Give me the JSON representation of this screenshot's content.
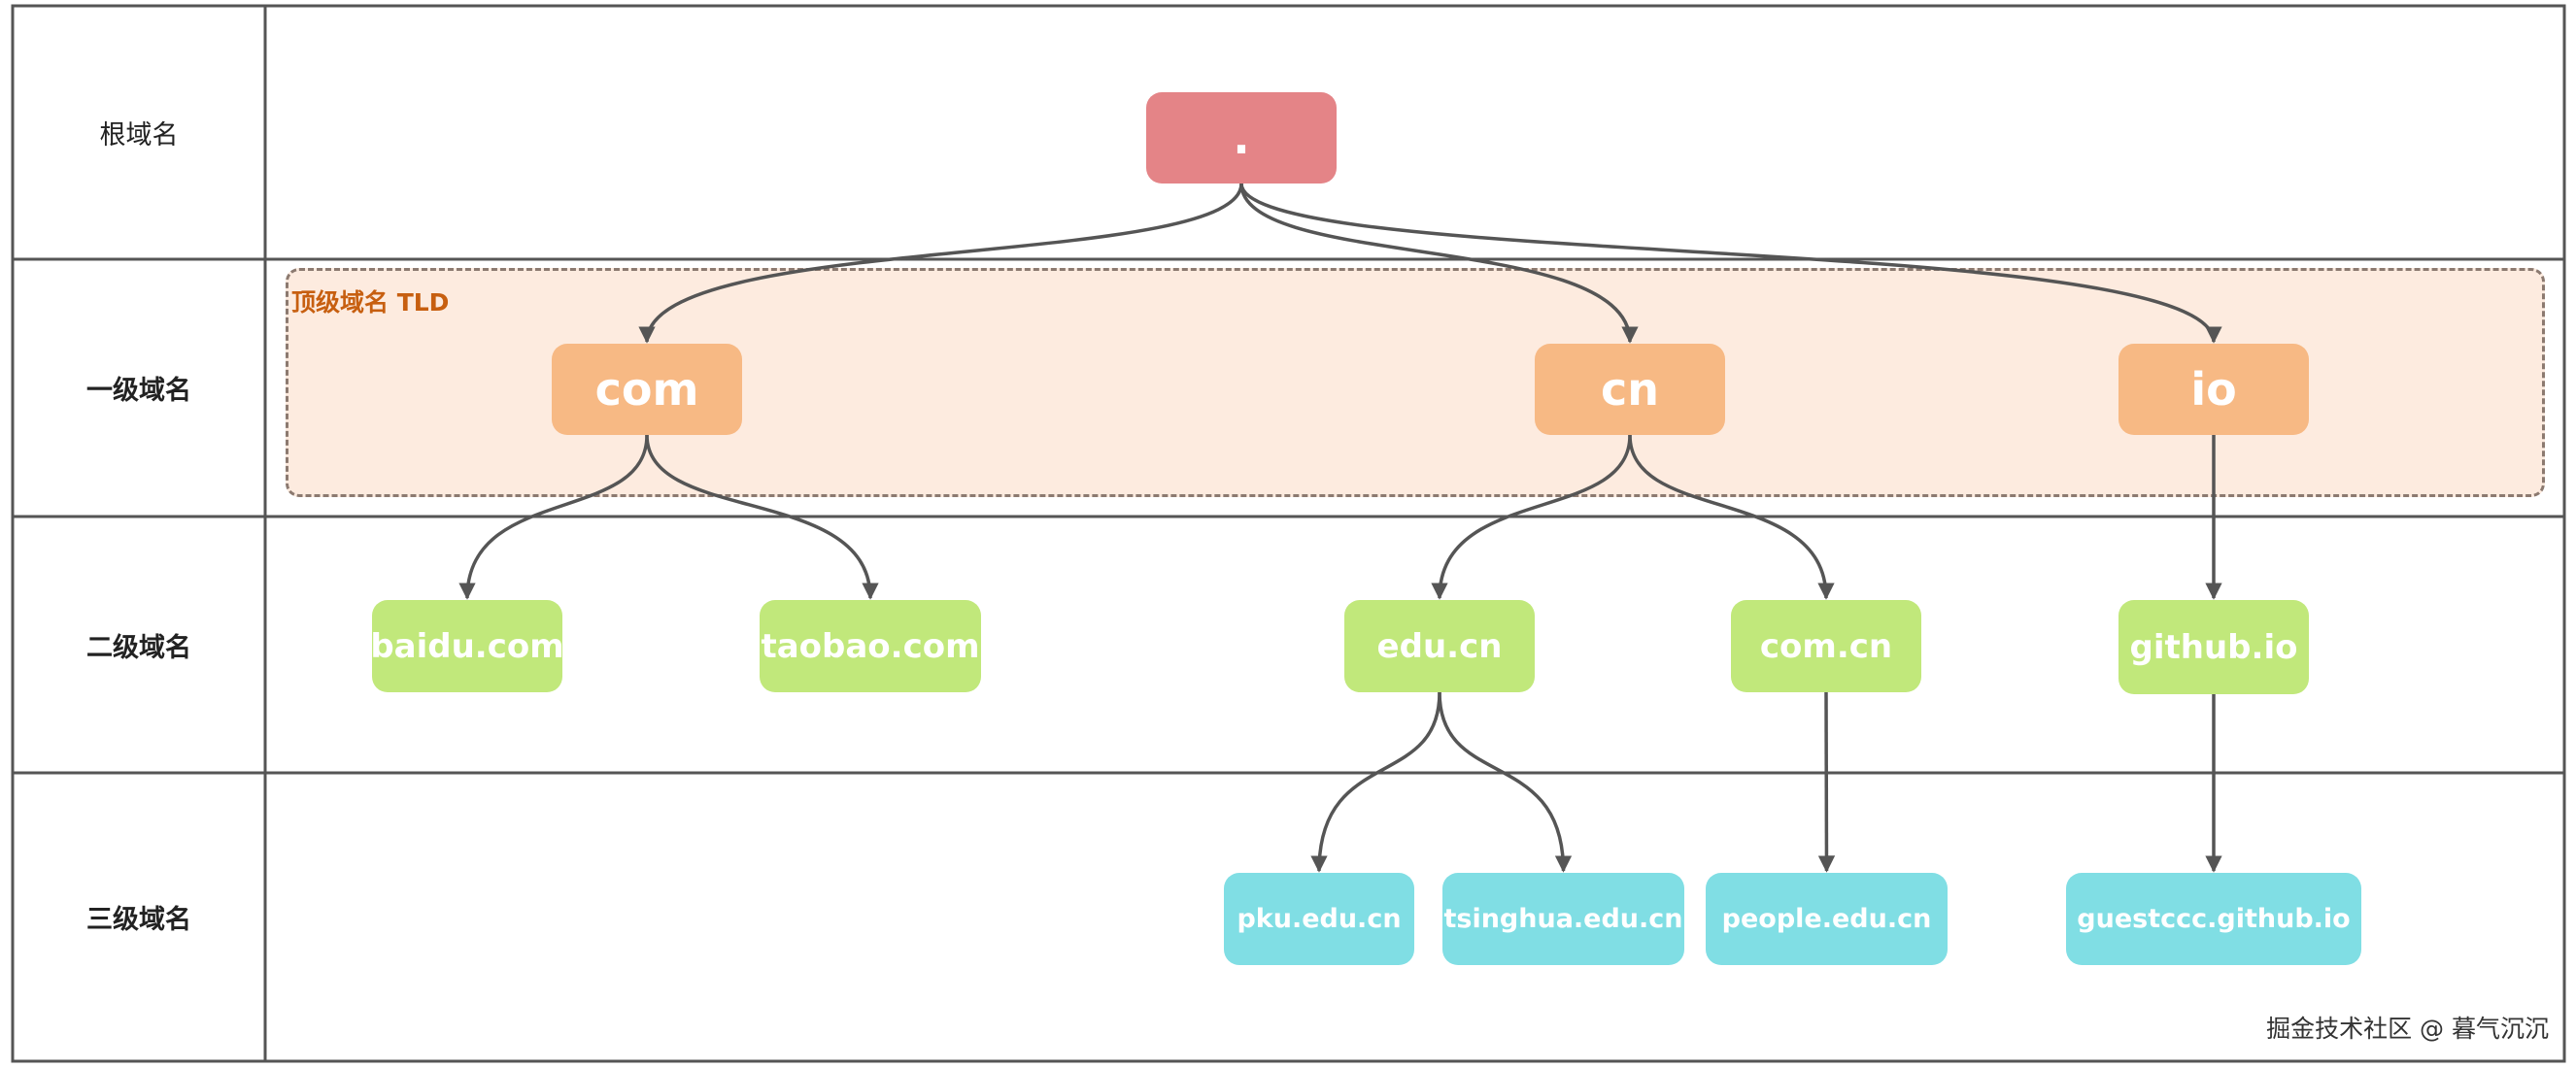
{
  "rows": [
    {
      "id": "root",
      "label": "根域名"
    },
    {
      "id": "level1",
      "label": "一级域名"
    },
    {
      "id": "level2",
      "label": "二级域名"
    },
    {
      "id": "level3",
      "label": "三级域名"
    }
  ],
  "tld_zone": {
    "label": "顶级域名 TLD"
  },
  "nodes": {
    "root": {
      "label": "."
    },
    "com": {
      "label": "com"
    },
    "cn": {
      "label": "cn"
    },
    "io": {
      "label": "io"
    },
    "baidu": {
      "label": "baidu.com"
    },
    "taobao": {
      "label": "taobao.com"
    },
    "edu_cn": {
      "label": "edu.cn"
    },
    "com_cn": {
      "label": "com.cn"
    },
    "github_io": {
      "label": "github.io"
    },
    "pku": {
      "label": "pku.edu.cn"
    },
    "tsinghua": {
      "label": "tsinghua.edu.cn"
    },
    "people": {
      "label": "people.edu.cn"
    },
    "guestccc": {
      "label": "guestccc.github.io"
    }
  },
  "edges": [
    [
      "root",
      "com"
    ],
    [
      "root",
      "cn"
    ],
    [
      "root",
      "io"
    ],
    [
      "com",
      "baidu"
    ],
    [
      "com",
      "taobao"
    ],
    [
      "cn",
      "edu_cn"
    ],
    [
      "cn",
      "com_cn"
    ],
    [
      "io",
      "github_io"
    ],
    [
      "edu_cn",
      "pku"
    ],
    [
      "edu_cn",
      "tsinghua"
    ],
    [
      "com_cn",
      "people"
    ],
    [
      "github_io",
      "guestccc"
    ]
  ],
  "colors": {
    "root": "#e48487",
    "tld": "#f7b984",
    "sld": "#c1e87b",
    "third": "#80dee4",
    "tld_zone_fill": "#fdebdf",
    "tld_zone_label": "#c75f10",
    "edge": "#555555",
    "grid": "#555555"
  },
  "watermark": "掘金技术社区 @ 暮气沉沉"
}
